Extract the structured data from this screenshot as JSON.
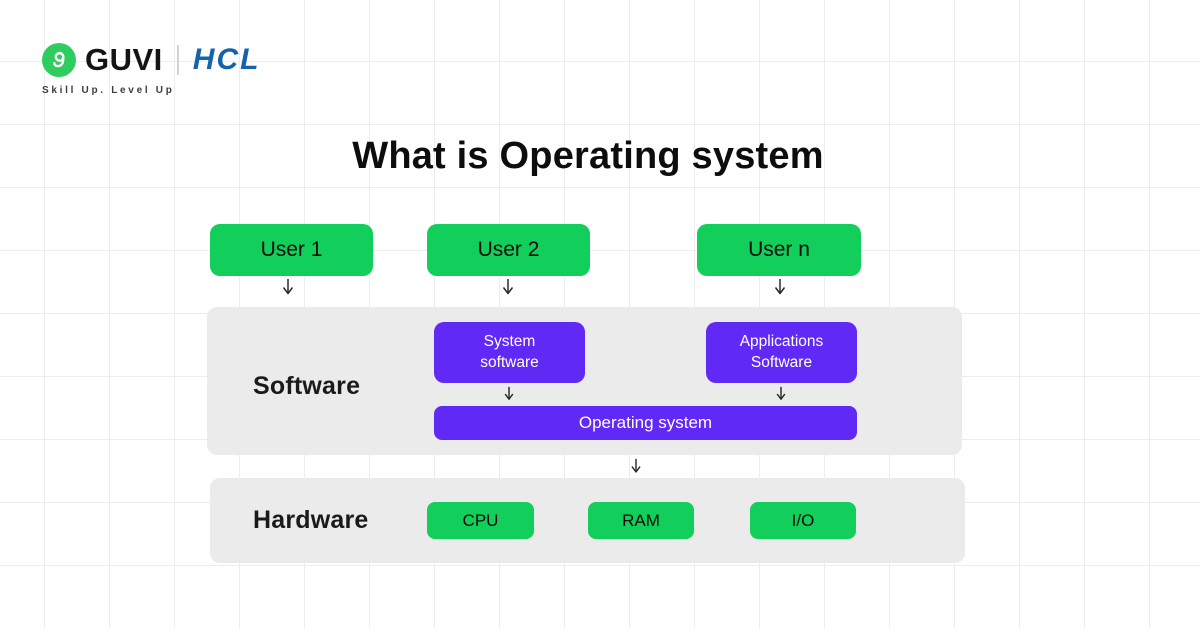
{
  "brand": {
    "name": "GUVI",
    "partner": "HCL",
    "tagline": "Skill Up. Level Up"
  },
  "title": "What is Operating system",
  "users": [
    {
      "label": "User 1"
    },
    {
      "label": "User 2"
    },
    {
      "label": "User n"
    }
  ],
  "software": {
    "label": "Software",
    "system_software": "System software",
    "applications_software": "Applications Software",
    "operating_system": "Operating system"
  },
  "hardware": {
    "label": "Hardware",
    "items": [
      {
        "label": "CPU"
      },
      {
        "label": "RAM"
      },
      {
        "label": "I/O"
      }
    ]
  },
  "icons": {
    "guvi_logo": "g-mark",
    "down_arrow": "↓"
  },
  "colors": {
    "guvi_green": "#2fcc5f",
    "hcl_blue": "#1563ac",
    "box_green": "#12ce5a",
    "box_purple": "#6129f5",
    "panel_gray": "#ebebeb"
  }
}
